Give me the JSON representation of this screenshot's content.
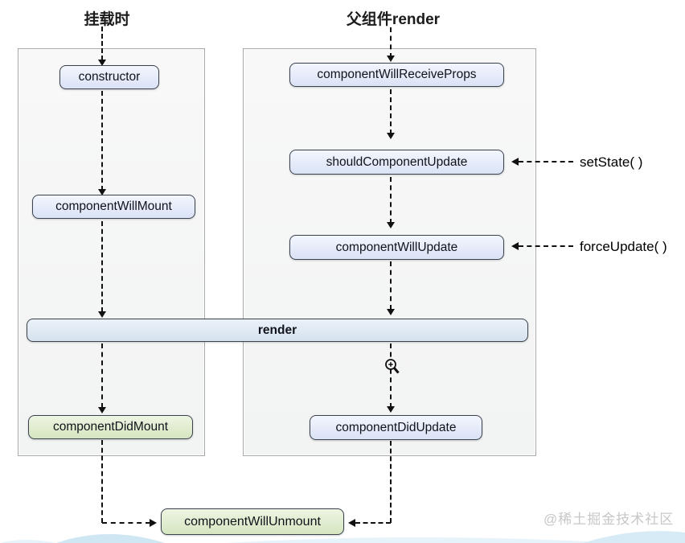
{
  "titles": {
    "mounting": "挂载时",
    "parent_render": "父组件render"
  },
  "nodes": {
    "constructor": "constructor",
    "will_mount": "componentWillMount",
    "did_mount": "componentDidMount",
    "will_receive_props": "componentWillReceiveProps",
    "should_update": "shouldComponentUpdate",
    "will_update": "componentWillUpdate",
    "did_update": "componentDidUpdate",
    "render": "render",
    "will_unmount": "componentWillUnmount"
  },
  "annotations": {
    "set_state": "setState( )",
    "force_update": "forceUpdate( )"
  },
  "watermark": "@稀土掘金技术社区",
  "colors": {
    "box_blue": "#dae2f6",
    "box_green": "#d5e5c0",
    "render_blue": "#d6e2f0",
    "panel_bg": "#f4f4f4",
    "panel_border": "#aaaaaa",
    "box_border": "#3a424e",
    "arrow": "#111111",
    "watermark": "#c7c7c7",
    "wave_blue": "#cfe6f3"
  }
}
